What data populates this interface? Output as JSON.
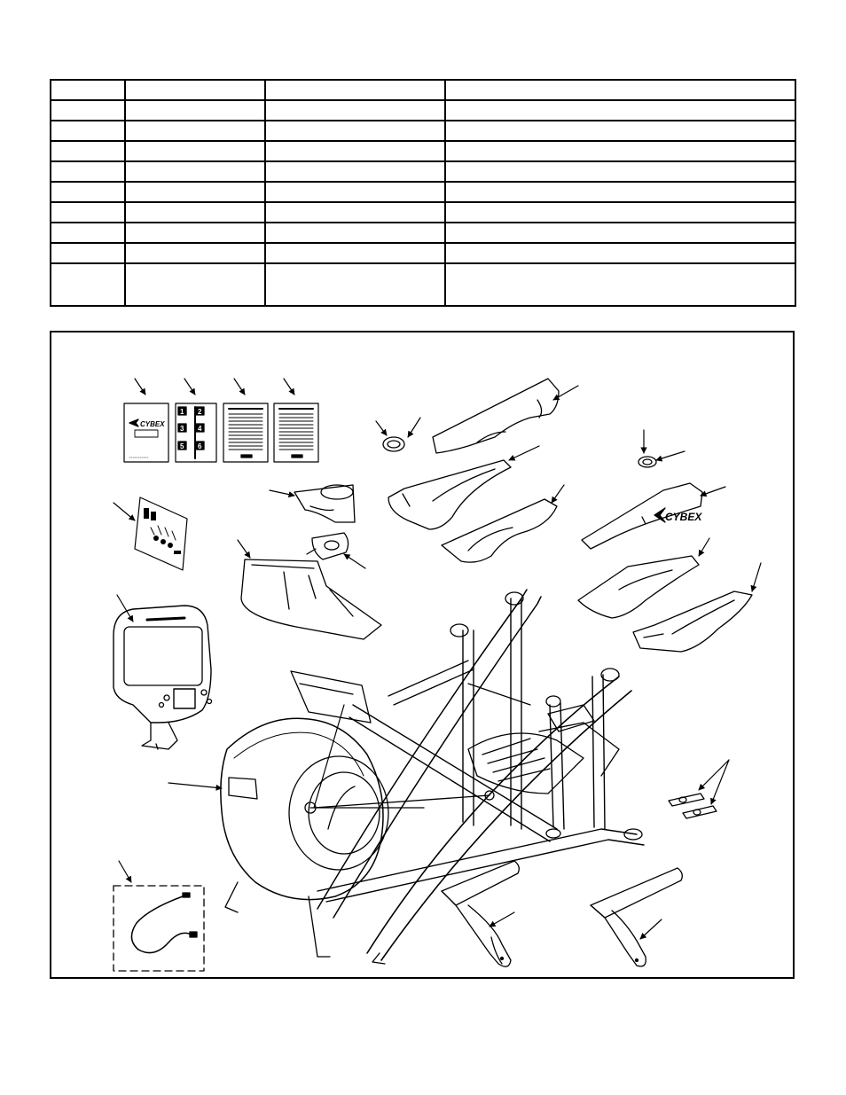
{
  "parts_table": {
    "rows": [
      [
        "",
        "",
        "",
        ""
      ],
      [
        "",
        "",
        "",
        ""
      ],
      [
        "",
        "",
        "",
        ""
      ],
      [
        "",
        "",
        "",
        ""
      ],
      [
        "",
        "",
        "",
        ""
      ],
      [
        "",
        "",
        "",
        ""
      ],
      [
        "",
        "",
        "",
        ""
      ],
      [
        "",
        "",
        "",
        ""
      ],
      [
        "",
        "",
        "",
        ""
      ],
      [
        "",
        "",
        "",
        ""
      ]
    ]
  },
  "diagram": {
    "brand_logo": "CYBEX",
    "manual_cover_brand": "CYBEX",
    "quick_card_numbers": [
      "1",
      "2",
      "3",
      "4",
      "5",
      "6"
    ],
    "shroud_brand": "CYBEX"
  }
}
